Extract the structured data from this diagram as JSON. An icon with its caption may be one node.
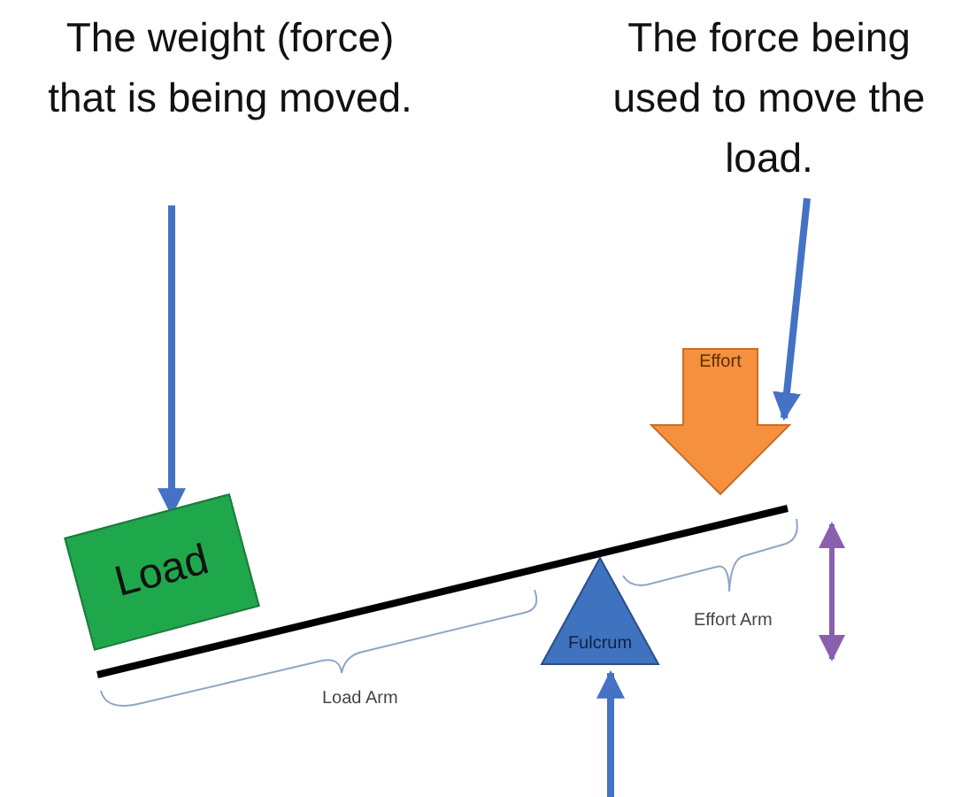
{
  "diagram": {
    "nodes": [
      {
        "text": [
          "The weight (force) that is being moved."
        ]
      },
      {
        "text": [
          "The force being used to move the load."
        ]
      },
      {
        "text": [
          "Load"
        ]
      },
      {
        "text": [
          "Effort"
        ]
      },
      {
        "text": [
          "Fulcrum"
        ]
      }
    ],
    "edges": [
      {
        "from": 0,
        "to": 2,
        "arrow": "to"
      },
      {
        "from": 1,
        "to": 3,
        "arrow": "to"
      },
      {
        "from": null,
        "to": 4,
        "arrow": "to"
      }
    ],
    "labels": [
      "Load Arm",
      "Effort Arm"
    ]
  }
}
